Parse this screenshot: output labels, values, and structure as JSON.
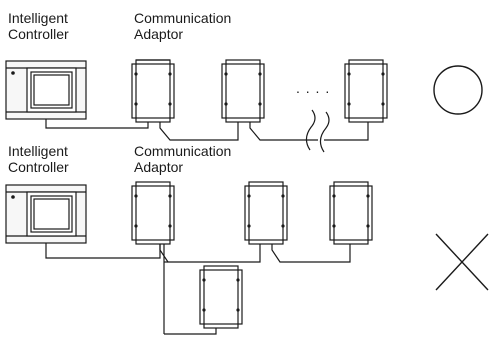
{
  "top": {
    "controller_label": [
      "Intelligent",
      "Controller"
    ],
    "adaptor_label": [
      "Communication",
      "Adaptor"
    ],
    "ellipsis": ". . . ."
  },
  "bottom": {
    "controller_label": [
      "Intelligent",
      "Controller"
    ],
    "adaptor_label": [
      "Communication",
      "Adaptor"
    ]
  },
  "marks": {
    "correct": "circle",
    "incorrect": "cross"
  },
  "colors": {
    "line": "#1a1a1a",
    "fill": "#ffffff",
    "device_fill": "#f7f7f7"
  }
}
